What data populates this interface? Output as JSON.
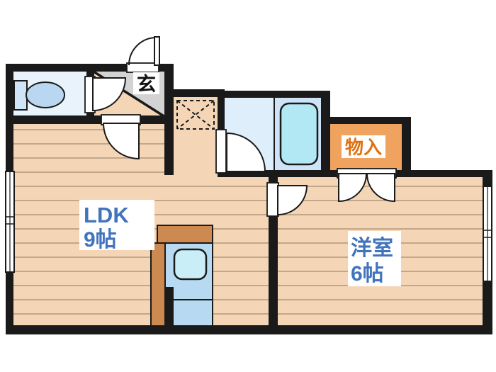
{
  "floorplan": {
    "rooms": {
      "ldk": {
        "name": "LDK",
        "size": "9帖"
      },
      "western_room": {
        "name": "洋室",
        "size": "6帖"
      },
      "storage": {
        "name": "物入"
      },
      "entrance": {
        "name": "玄"
      }
    },
    "colors": {
      "wall": "#1a1a1a",
      "floor": "#f4d6b7",
      "plank_line": "#b1977c",
      "genkan_tile": "#d3d3d3",
      "toilet_room": "#e9f3fb",
      "toilet_tank": "#cfe4f6",
      "toilet_bowl": "#b9d7f0",
      "bathroom_left": "#deeefa",
      "bathroom_right": "#cfe3f7",
      "bathtub": "#b2e8f3",
      "storage_floor": "#f0a35e",
      "storage_text": "#e2700f",
      "kitchen_counter": "#cc8950",
      "sink_unit": "#b7d9f1",
      "sink_basin": "#c9eef7",
      "room_label_text": "#4273bd",
      "door_leaf": "#ffffff"
    }
  }
}
